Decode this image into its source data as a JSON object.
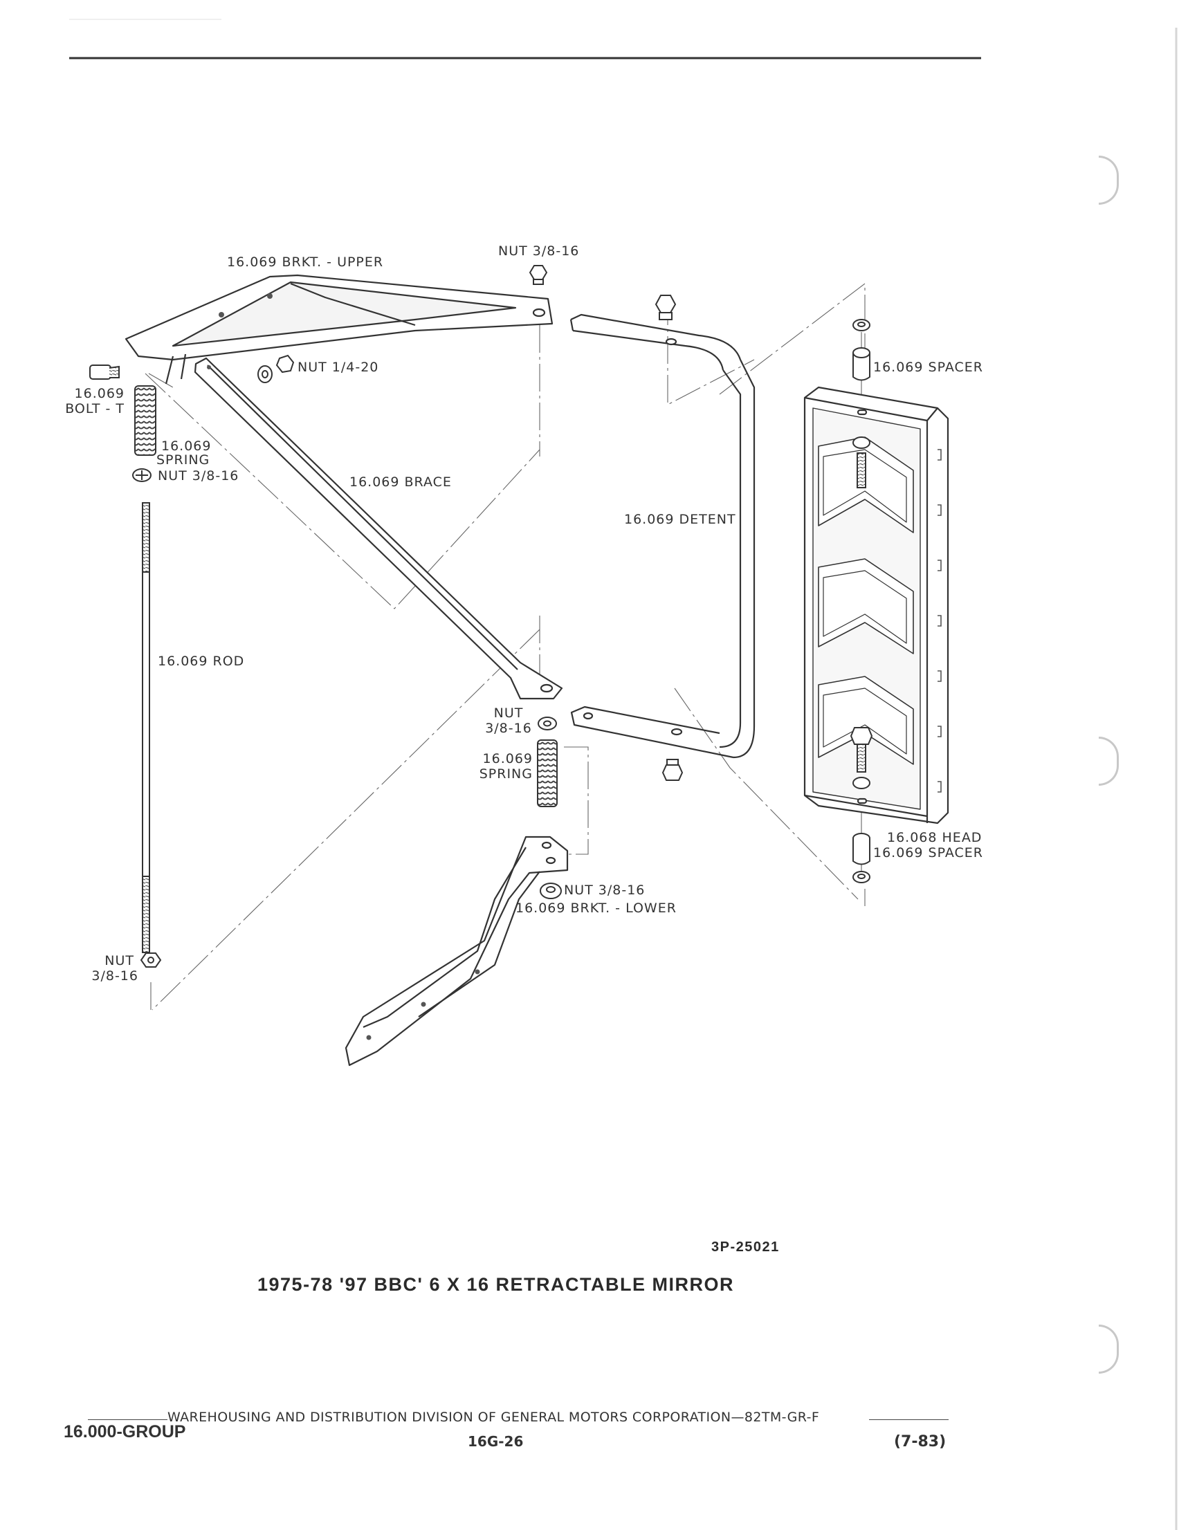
{
  "diagram": {
    "labels": {
      "nut_top": "NUT 3/8-16",
      "bracket_upper": "16.069 BRKT. - UPPER",
      "bolt_t_1": "16.069",
      "bolt_t_2": "BOLT - T",
      "nut_quarter": "NUT 1/4-20",
      "spacer_top": "16.069 SPACER",
      "spring_upper_1": "16.069",
      "spring_upper_2": "SPRING",
      "nut_left": "NUT 3/8-16",
      "brace": "16.069 BRACE",
      "detent": "16.069 DETENT",
      "rod": "16.069 ROD",
      "nut_mid_1": "NUT",
      "nut_mid_2": "3/8-16",
      "spring_lower_1": "16.069",
      "spring_lower_2": "SPRING",
      "head": "16.068 HEAD",
      "spacer_bottom": "16.069 SPACER",
      "nut_lower": "NUT 3/8-16",
      "bracket_lower": "16.069 BRKT. - LOWER",
      "nut_bottom_1": "NUT",
      "nut_bottom_2": "3/8-16"
    },
    "figure_number": "3P-25021",
    "caption": "1975-78 '97 BBC' 6 X 16 RETRACTABLE MIRROR"
  },
  "footer": {
    "publisher": "WAREHOUSING AND DISTRIBUTION  DIVISION OF GENERAL MOTORS CORPORATION—82TM-GR-F",
    "group": "16.000-GROUP",
    "page": "16G-26",
    "date": "(7-83)"
  }
}
